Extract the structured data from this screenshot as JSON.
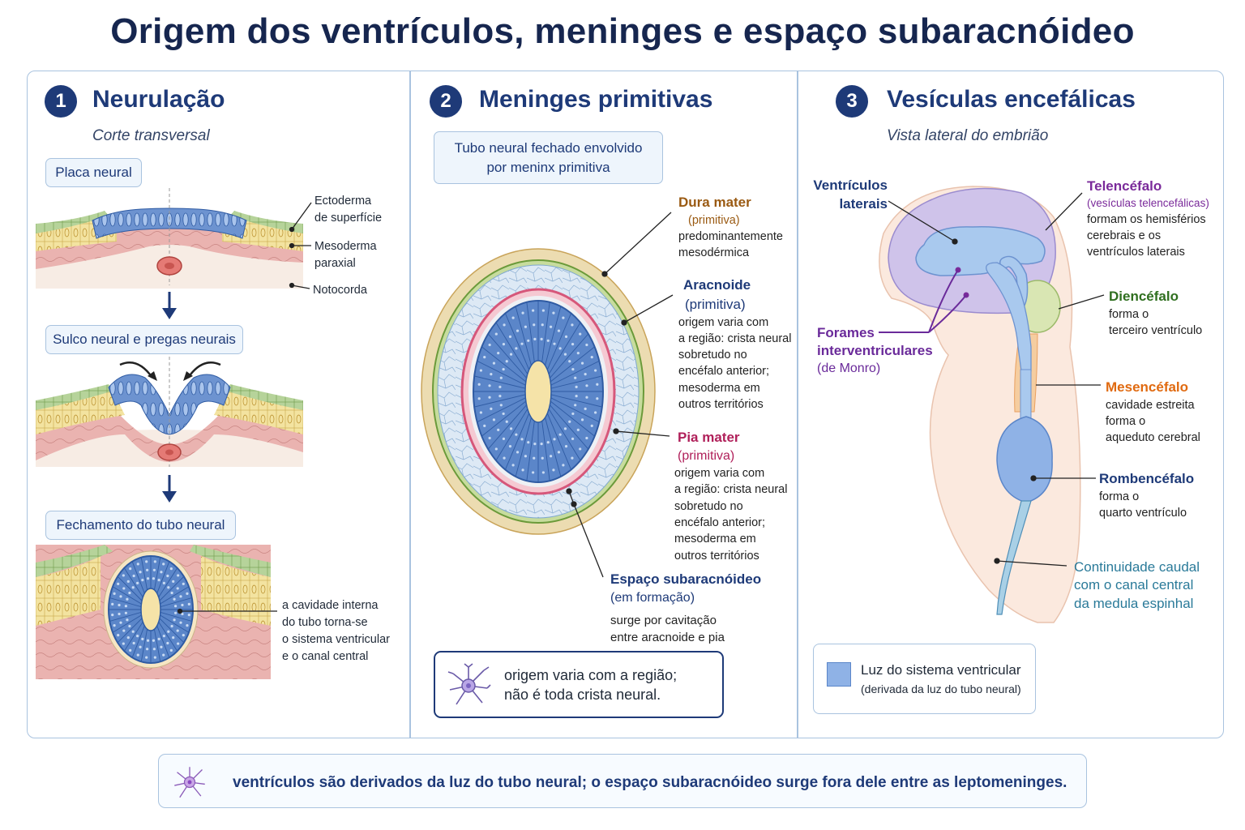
{
  "title": "Origem dos ventrículos, meninges e espaço subaracnóideo",
  "panels": [
    {
      "number": "1",
      "title": "Neurulação",
      "subtitle": "Corte transversal",
      "stages": [
        "Placa neural",
        "Sulco neural e pregas neurais",
        "Fechamento do tubo neural"
      ],
      "labels": {
        "ectoderm": "Ectoderma\nde superfície",
        "mesoderm": "Mesoderma\nparaxial",
        "notochord": "Notocorda",
        "cavity": "a cavidade interna\ndo tubo torna-se\no sistema ventricular\ne o canal central"
      }
    },
    {
      "number": "2",
      "title": "Meninges primitivas",
      "box": "Tubo neural fechado envolvido\npor meninx primitiva",
      "dura": {
        "title": "Dura mater",
        "sub": "(primitiva)",
        "body": "predominantemente\nmesodérmica"
      },
      "arachnoid": {
        "title": "Aracnoide",
        "sub": "(primitiva)",
        "body": "origem varia com\na região: crista neural\nsobretudo no\nencéfalo anterior;\nmesoderma em\noutros territórios"
      },
      "pia": {
        "title": "Pia mater",
        "sub": "(primitiva)",
        "body": "origem varia com\na região: crista neural\nsobretudo no\nencéfalo anterior;\nmesoderma em\noutros territórios"
      },
      "subarachnoid": {
        "title": "Espaço subaracnóideo",
        "sub": "(em formação)",
        "body": "surge por cavitação\nentre aracnoide e pia"
      },
      "note": "origem varia com a região;\nnão é toda crista neural."
    },
    {
      "number": "3",
      "title": "Vesículas encefálicas",
      "subtitle": "Vista lateral do embrião",
      "lateral_ventricles": "Ventrículos\nlaterais",
      "telencephalon": {
        "title": "Telencéfalo",
        "sub": "(vesículas telencefálicas)",
        "body": "formam os hemisférios\ncerebrais e os\nventrículos laterais"
      },
      "diencephalon": {
        "title": "Diencéfalo",
        "body": "forma o\nterceiro ventrículo"
      },
      "foramina": {
        "title": "Forames\ninterventriculares",
        "sub": "(de Monro)"
      },
      "mesencephalon": {
        "title": "Mesencéfalo",
        "body": "cavidade estreita\nforma o\naqueduto cerebral"
      },
      "rhombencephalon": {
        "title": "Rombencéfalo",
        "body": "forma o\nquarto ventrículo"
      },
      "caudal": "Continuidade caudal\ncom o canal central\nda medula espinhal",
      "legend": {
        "title": "Luz do sistema ventricular",
        "sub": "(derivada da luz do tubo neural)"
      }
    }
  ],
  "footer": "ventrículos são derivados da luz do tubo neural; o espaço subaracnóideo surge fora dele entre as leptomeninges.",
  "colors": {
    "navy": "#1e3a78",
    "neural_blue": "#5b86c9",
    "ectoderm_green": "#a9c98a",
    "mesoderm_yellow": "#f3e3a0",
    "tissue_pink": "#e8a9a8",
    "dura_brown": "#9a5a12",
    "pia_magenta": "#b0205a",
    "telencephalon_purple": "#7a2a9a",
    "diencephalon_green": "#2f6f1f",
    "mesencephalon_orange": "#e06a10",
    "caudal_teal": "#2a7a99"
  },
  "icons": [
    "neuron-icon",
    "arrow-down-icon",
    "curved-arrow-icon"
  ]
}
